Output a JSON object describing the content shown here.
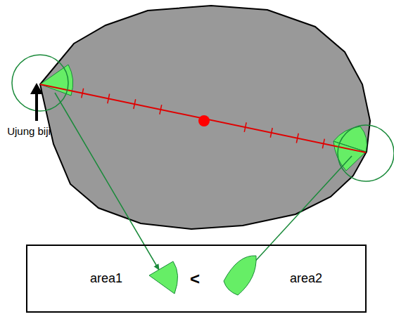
{
  "diagram": {
    "nodes": [
      {
        "text": [
          "area1",
          "<",
          "area2"
        ]
      }
    ],
    "labels": [
      "Ujung biji"
    ]
  }
}
